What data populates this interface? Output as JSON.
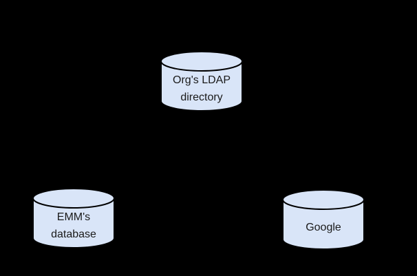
{
  "colors": {
    "background": "#000000",
    "cylinder_fill": "#d9e5f8",
    "cylinder_stroke": "#000000",
    "label_text": "#1a1a1a"
  },
  "diagram": {
    "description": "Three database cylinder nodes",
    "nodes": [
      {
        "id": "orgs-ldap-directory",
        "lines": [
          "Org's LDAP",
          "directory"
        ]
      },
      {
        "id": "emms-database",
        "lines": [
          "EMM's",
          "database"
        ]
      },
      {
        "id": "google",
        "lines": [
          "Google"
        ]
      }
    ]
  }
}
